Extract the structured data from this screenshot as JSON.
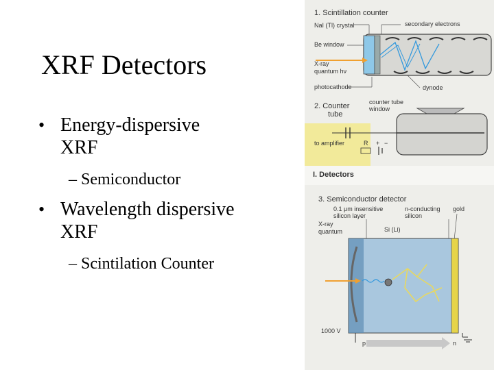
{
  "slide": {
    "title": "XRF Detectors",
    "bullets": [
      {
        "marker": "•",
        "text": "Energy-dispersive XRF",
        "sub": "– Semiconductor"
      },
      {
        "marker": "•",
        "text": "Wavelength dispersive XRF",
        "sub": "– Scintilation Counter"
      }
    ]
  },
  "figure": {
    "panel1": {
      "heading": "1. Scintillation counter",
      "labels": {
        "crystal": "NaI (Tl) crystal",
        "secondary": "secondary electrons",
        "be_window": "Be window",
        "xray1": "X-ray",
        "xray2": "quantum hν",
        "photocathode": "photocathode",
        "dynode": "dynode"
      }
    },
    "panel2": {
      "heading1": "2. Counter",
      "heading2": "tube",
      "window1": "counter tube",
      "window2": "window",
      "amplifier": "to amplifier",
      "r": "R",
      "plus": "+",
      "minus": "−"
    },
    "section_label": "I.  Detectors",
    "panel3": {
      "heading": "3. Semiconductor detector",
      "insensitive1": "0.1 μm insensitive",
      "insensitive2": "silicon layer",
      "nconducting1": "n-conducting",
      "nconducting2": "silicon",
      "gold": "gold",
      "xray1": "X-ray",
      "xray2": "quantum",
      "si_li": "Si (Li)",
      "voltage": "1000 V",
      "p": "p",
      "n": "n"
    },
    "colors": {
      "orange_arrow": "#f0a030",
      "blue_tracks": "#3399dd",
      "yellow_tracks": "#e8d860",
      "yellow_band": "#f2ea9a",
      "panel_blue": "#a9c7de",
      "gold_layer": "#e6d44a"
    }
  }
}
